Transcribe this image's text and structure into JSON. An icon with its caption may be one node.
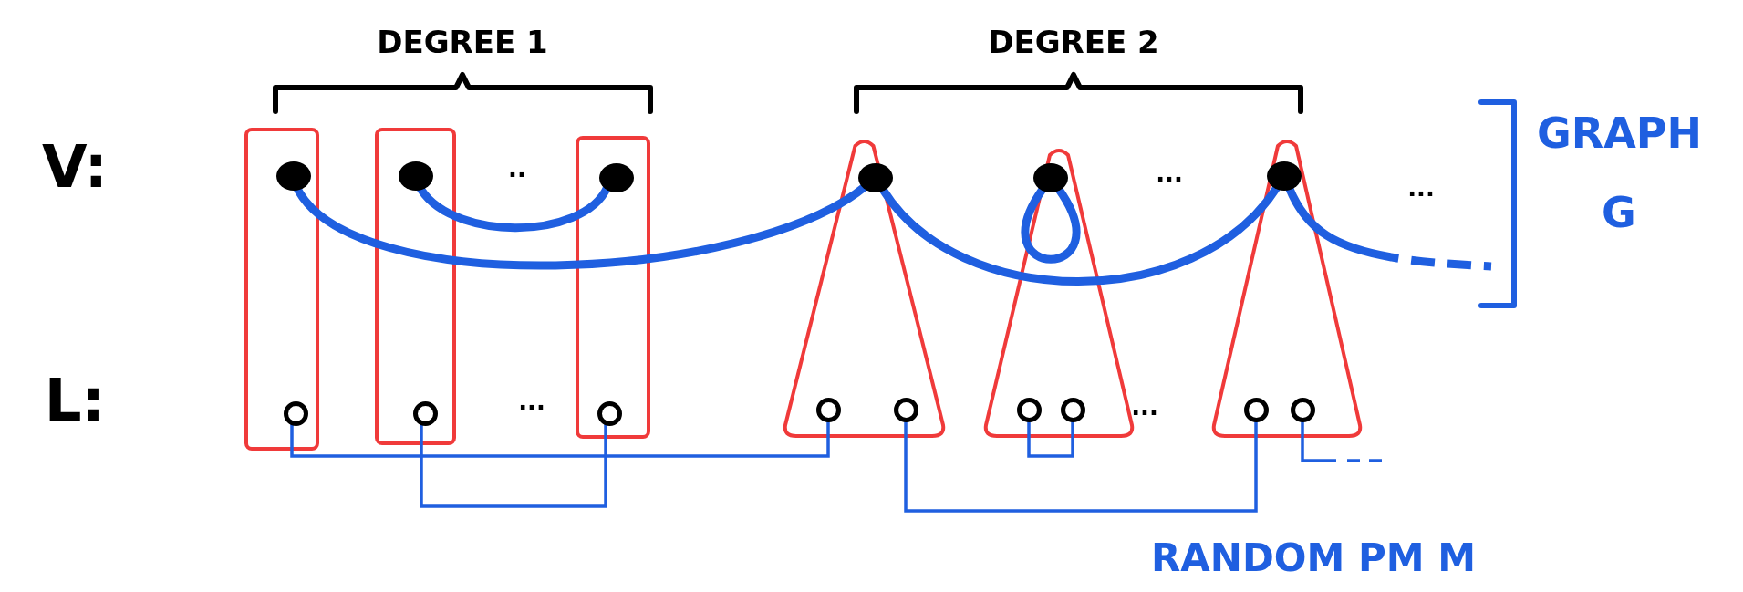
{
  "diagram": {
    "nodes": [
      {
        "text": [],
        "shape": "box"
      },
      {
        "text": [],
        "shape": "dot",
        "in": 0
      },
      {
        "text": [],
        "shape": "circle",
        "in": 0
      },
      {
        "text": [],
        "shape": "box"
      },
      {
        "text": [],
        "shape": "dot",
        "in": 3
      },
      {
        "text": [],
        "shape": "circle",
        "in": 3
      },
      {
        "text": [],
        "shape": "box"
      },
      {
        "text": [],
        "shape": "dot",
        "in": 6
      },
      {
        "text": [],
        "shape": "circle",
        "in": 6
      },
      {
        "text": [],
        "shape": "triangle"
      },
      {
        "text": [],
        "shape": "dot",
        "in": 9
      },
      {
        "text": [],
        "shape": "circle",
        "in": 9
      },
      {
        "text": [],
        "shape": "circle",
        "in": 9
      },
      {
        "text": [],
        "shape": "triangle"
      },
      {
        "text": [],
        "shape": "dot",
        "in": 13
      },
      {
        "text": [],
        "shape": "circle",
        "in": 13
      },
      {
        "text": [],
        "shape": "circle",
        "in": 13
      },
      {
        "text": [],
        "shape": "triangle"
      },
      {
        "text": [],
        "shape": "dot",
        "in": 17
      },
      {
        "text": [],
        "shape": "circle",
        "in": 17
      },
      {
        "text": [],
        "shape": "circle",
        "in": 17
      }
    ],
    "edges": [
      {
        "from": 1,
        "to": 10,
        "arrow": "none",
        "style": "thick"
      },
      {
        "from": 4,
        "to": 7,
        "arrow": "none",
        "style": "thick"
      },
      {
        "from": 10,
        "to": 18,
        "arrow": "none",
        "style": "thick"
      },
      {
        "from": 14,
        "to": 14,
        "arrow": "none",
        "style": "thick"
      },
      {
        "from": 18,
        "to": null,
        "arrow": "none",
        "style": "dashed"
      },
      {
        "from": 2,
        "to": 11,
        "arrow": "none"
      },
      {
        "from": 5,
        "to": 8,
        "arrow": "none"
      },
      {
        "from": 12,
        "to": 19,
        "arrow": "none"
      },
      {
        "from": 15,
        "to": 16,
        "arrow": "none"
      },
      {
        "from": 20,
        "to": null,
        "arrow": "none",
        "style": "dashed"
      }
    ],
    "labels": [
      "DEGREE 1",
      "DEGREE 2",
      "V:",
      "..",
      "...",
      "...",
      "GRAPH G",
      "L:",
      "...",
      "...",
      "RANDOM PM M"
    ]
  }
}
